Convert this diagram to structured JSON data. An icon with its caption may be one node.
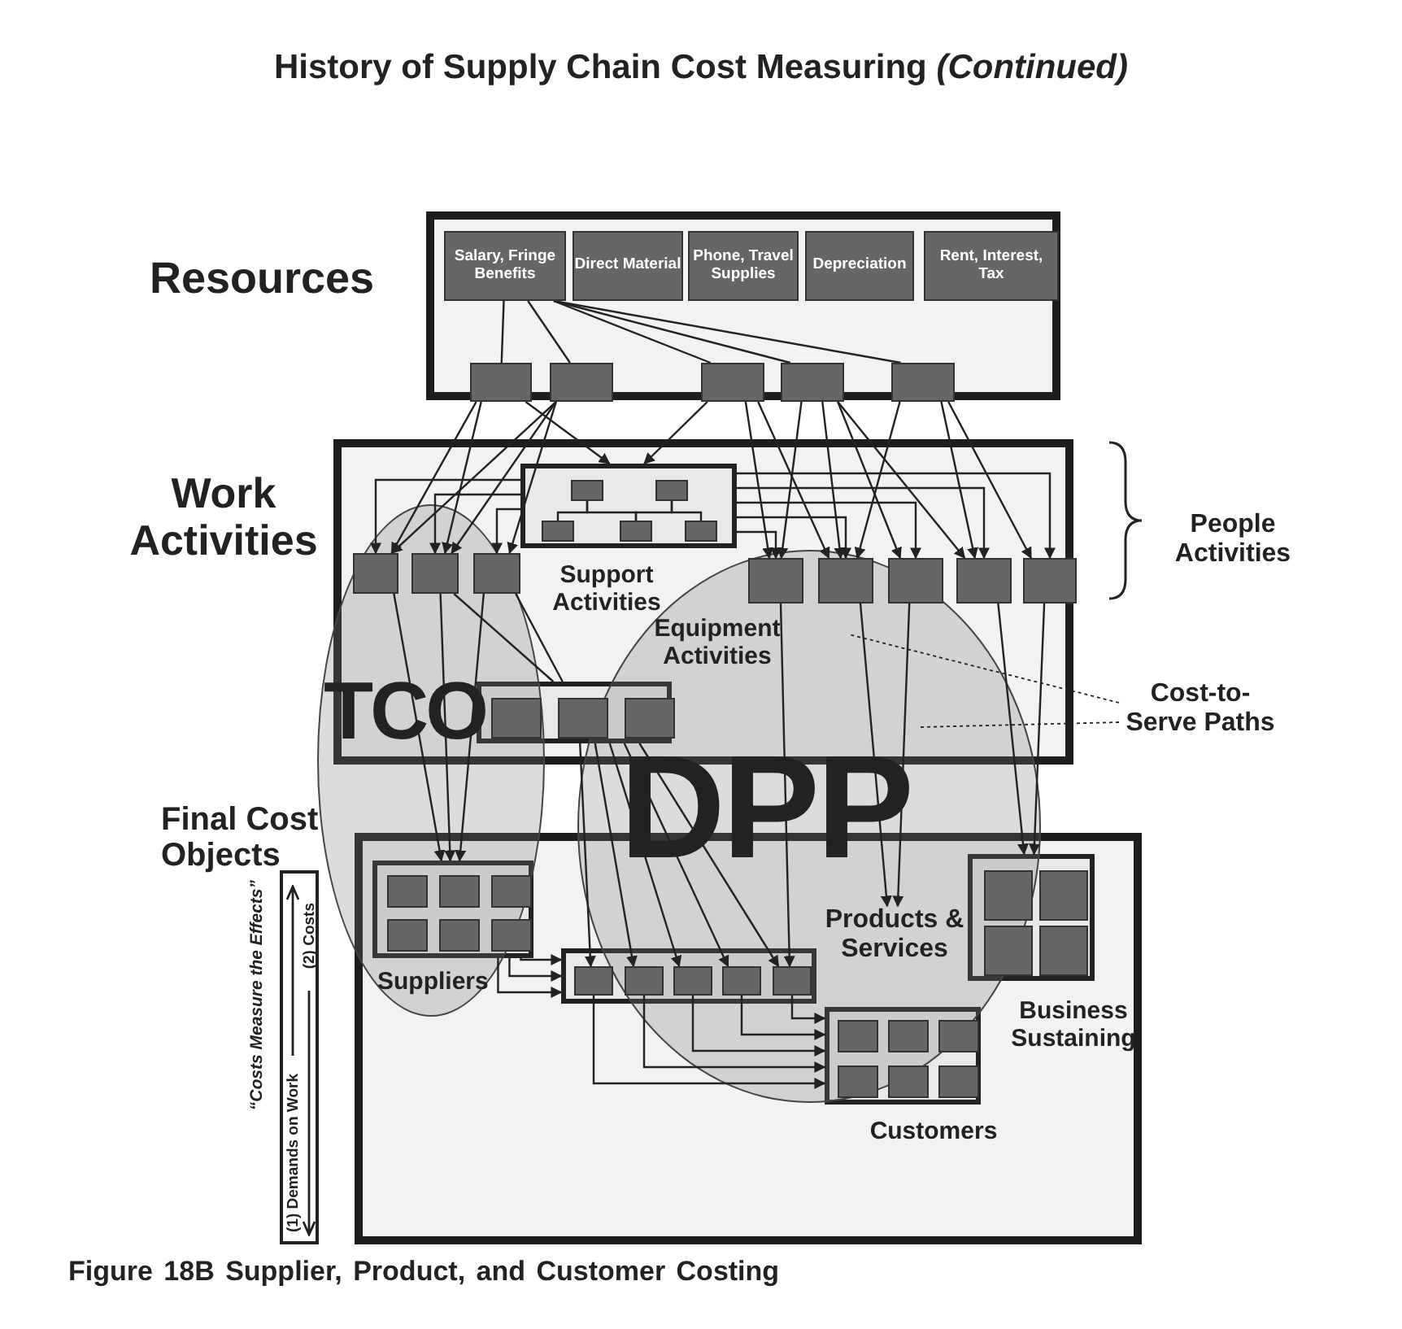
{
  "diagram": {
    "title": "History of Supply Chain Cost Measuring *(Continued)*",
    "caption": "Figure 18B Supplier, Product, and Customer Costing",
    "nodes": [
      {
        "text": [
          "Resources"
        ]
      },
      {
        "text": [
          "Salary, Fringe Benefits"
        ],
        "in": 0
      },
      {
        "text": [
          "Direct Material"
        ],
        "in": 0
      },
      {
        "text": [
          "Phone, Travel Supplies"
        ],
        "in": 0
      },
      {
        "text": [
          "Depreciation"
        ],
        "in": 0
      },
      {
        "text": [
          "Rent, Interest, Tax"
        ],
        "in": 0
      },
      {
        "text": [],
        "shape": "box",
        "in": 0
      },
      {
        "text": [],
        "shape": "box",
        "in": 0
      },
      {
        "text": [],
        "shape": "box",
        "in": 0
      },
      {
        "text": [],
        "shape": "box",
        "in": 0
      },
      {
        "text": [],
        "shape": "box",
        "in": 0
      },
      {
        "text": [
          "Work Activities"
        ]
      },
      {
        "text": [
          "Support Activities"
        ],
        "in": 11
      },
      {
        "text": [],
        "shape": "box",
        "in": 12
      },
      {
        "text": [],
        "shape": "box",
        "in": 12
      },
      {
        "text": [],
        "shape": "box",
        "in": 12
      },
      {
        "text": [],
        "shape": "box",
        "in": 12
      },
      {
        "text": [],
        "shape": "box",
        "in": 12
      },
      {
        "text": [],
        "shape": "box",
        "in": 11
      },
      {
        "text": [],
        "shape": "box",
        "in": 11
      },
      {
        "text": [],
        "shape": "box",
        "in": 11
      },
      {
        "text": [],
        "shape": "box",
        "in": 11
      },
      {
        "text": [],
        "shape": "box",
        "in": 11
      },
      {
        "text": [],
        "shape": "box",
        "in": 11
      },
      {
        "text": [],
        "shape": "box",
        "in": 11
      },
      {
        "text": [],
        "shape": "box",
        "in": 11
      },
      {
        "text": [],
        "shape": "box",
        "in": 11
      },
      {
        "text": [],
        "shape": "box",
        "in": 26
      },
      {
        "text": [],
        "shape": "box",
        "in": 26
      },
      {
        "text": [],
        "shape": "box",
        "in": 26
      },
      {
        "text": [
          "Final Cost Objects"
        ]
      },
      {
        "text": [
          "Suppliers"
        ],
        "in": 30
      },
      {
        "text": [],
        "shape": "box",
        "in": 31
      },
      {
        "text": [],
        "shape": "box",
        "in": 31
      },
      {
        "text": [],
        "shape": "box",
        "in": 31
      },
      {
        "text": [],
        "shape": "box",
        "in": 31
      },
      {
        "text": [],
        "shape": "box",
        "in": 31
      },
      {
        "text": [],
        "shape": "box",
        "in": 31
      },
      {
        "text": [],
        "shape": "box",
        "in": 30
      },
      {
        "text": [],
        "shape": "box",
        "in": 38
      },
      {
        "text": [],
        "shape": "box",
        "in": 38
      },
      {
        "text": [],
        "shape": "box",
        "in": 38
      },
      {
        "text": [],
        "shape": "box",
        "in": 38
      },
      {
        "text": [],
        "shape": "box",
        "in": 38
      },
      {
        "text": [
          "Customers"
        ],
        "in": 30
      },
      {
        "text": [],
        "shape": "box",
        "in": 44
      },
      {
        "text": [],
        "shape": "box",
        "in": 44
      },
      {
        "text": [],
        "shape": "box",
        "in": 44
      },
      {
        "text": [],
        "shape": "box",
        "in": 44
      },
      {
        "text": [],
        "shape": "box",
        "in": 44
      },
      {
        "text": [],
        "shape": "box",
        "in": 44
      },
      {
        "text": [
          "Business Sustaining"
        ],
        "in": 30
      },
      {
        "text": [],
        "shape": "box",
        "in": 51
      },
      {
        "text": [],
        "shape": "box",
        "in": 51
      },
      {
        "text": [],
        "shape": "box",
        "in": 51
      },
      {
        "text": [],
        "shape": "box",
        "in": 51
      },
      {
        "text": [
          "“Costs Measure the Effects”",
          "(1) Demands on Work",
          "(2) Costs"
        ]
      },
      {
        "text": [
          "Cost-to-Serve Paths"
        ]
      },
      {
        "text": [
          "Products & Services"
        ],
        "in": 30
      }
    ],
    "edges": [
      {
        "from": 1,
        "to": 6,
        "arrow": "none"
      },
      {
        "from": 1,
        "to": 7,
        "arrow": "none"
      },
      {
        "from": 1,
        "to": 8,
        "arrow": "none"
      },
      {
        "from": 1,
        "to": 9,
        "arrow": "none"
      },
      {
        "from": 1,
        "to": 10,
        "arrow": "none"
      },
      {
        "from": 6,
        "to": 18,
        "arrow": "to"
      },
      {
        "from": 6,
        "to": 19,
        "arrow": "to"
      },
      {
        "from": 6,
        "to": 12,
        "arrow": "to"
      },
      {
        "from": 7,
        "to": 18,
        "arrow": "to"
      },
      {
        "from": 7,
        "to": 19,
        "arrow": "to"
      },
      {
        "from": 7,
        "to": 20,
        "arrow": "to"
      },
      {
        "from": 8,
        "to": 12,
        "arrow": "to"
      },
      {
        "from": 8,
        "to": 21,
        "arrow": "to"
      },
      {
        "from": 8,
        "to": 22,
        "arrow": "to"
      },
      {
        "from": 9,
        "to": 21,
        "arrow": "to"
      },
      {
        "from": 9,
        "to": 22,
        "arrow": "to"
      },
      {
        "from": 9,
        "to": 23,
        "arrow": "to"
      },
      {
        "from": 9,
        "to": 24,
        "arrow": "to"
      },
      {
        "from": 10,
        "to": 22,
        "arrow": "to"
      },
      {
        "from": 10,
        "to": 24,
        "arrow": "to"
      },
      {
        "from": 10,
        "to": 25,
        "arrow": "to"
      },
      {
        "from": 12,
        "to": 18,
        "arrow": "to"
      },
      {
        "from": 12,
        "to": 19,
        "arrow": "to"
      },
      {
        "from": 12,
        "to": 20,
        "arrow": "to"
      },
      {
        "from": 12,
        "to": 21,
        "arrow": "to"
      },
      {
        "from": 12,
        "to": 22,
        "arrow": "to"
      },
      {
        "from": 12,
        "to": 23,
        "arrow": "to"
      },
      {
        "from": 12,
        "to": 24,
        "arrow": "to"
      },
      {
        "from": 12,
        "to": 25,
        "arrow": "to"
      },
      {
        "from": 13,
        "to": 15,
        "arrow": "none"
      },
      {
        "from": 13,
        "to": 16,
        "arrow": "none"
      },
      {
        "from": 14,
        "to": 16,
        "arrow": "none"
      },
      {
        "from": 14,
        "to": 17,
        "arrow": "none"
      },
      {
        "from": 18,
        "to": 31,
        "arrow": "to"
      },
      {
        "from": 19,
        "to": 31,
        "arrow": "to"
      },
      {
        "from": 20,
        "to": 31,
        "arrow": "to"
      },
      {
        "from": 19,
        "to": 26,
        "arrow": "none"
      },
      {
        "from": 20,
        "to": 26,
        "arrow": "none"
      },
      {
        "from": 26,
        "to": 39,
        "arrow": "to"
      },
      {
        "from": 26,
        "to": 40,
        "arrow": "to"
      },
      {
        "from": 26,
        "to": 41,
        "arrow": "to"
      },
      {
        "from": 26,
        "to": 42,
        "arrow": "to"
      },
      {
        "from": 26,
        "to": 43,
        "arrow": "to"
      },
      {
        "from": 21,
        "to": 43,
        "arrow": "to"
      },
      {
        "from": 22,
        "to": 58,
        "arrow": "to"
      },
      {
        "from": 23,
        "to": 58,
        "arrow": "to"
      },
      {
        "from": 24,
        "to": 51,
        "arrow": "to"
      },
      {
        "from": 25,
        "to": 51,
        "arrow": "to"
      },
      {
        "from": 31,
        "to": 38,
        "arrow": "to"
      },
      {
        "from": 31,
        "to": 38,
        "arrow": "to"
      },
      {
        "from": 31,
        "to": 38,
        "arrow": "to"
      },
      {
        "from": 39,
        "to": 44,
        "arrow": "to"
      },
      {
        "from": 40,
        "to": 44,
        "arrow": "to"
      },
      {
        "from": 41,
        "to": 44,
        "arrow": "to"
      },
      {
        "from": 42,
        "to": 44,
        "arrow": "to"
      },
      {
        "from": 43,
        "to": 44,
        "arrow": "to"
      },
      {
        "from": 57,
        "to": null,
        "arrow": "none",
        "style": "dashed"
      },
      {
        "from": 57,
        "to": null,
        "arrow": "none",
        "style": "dashed"
      }
    ],
    "labels": [
      "People Activities",
      "Equipment Activities",
      "TCO",
      "DPP"
    ]
  }
}
